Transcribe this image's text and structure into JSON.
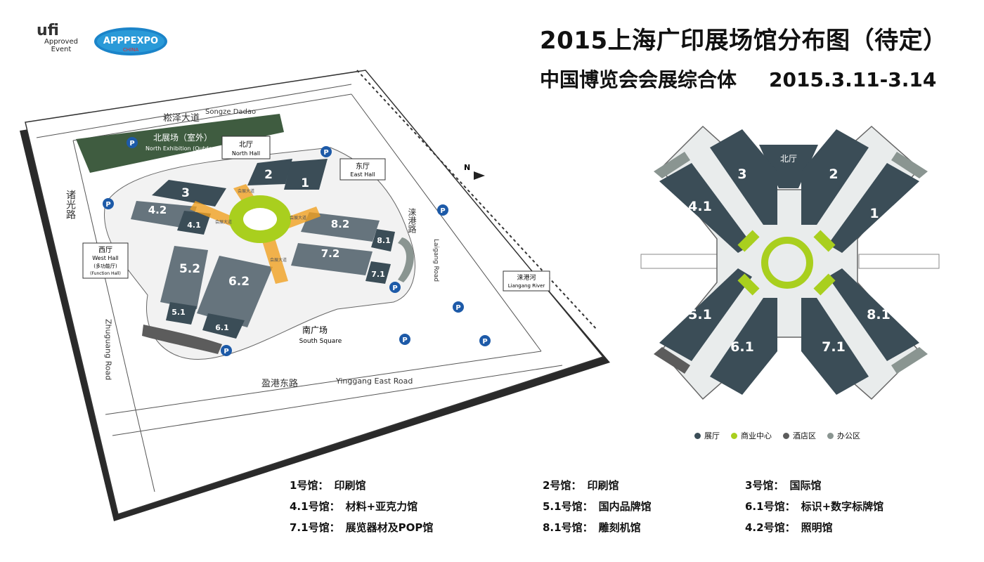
{
  "header": {
    "ufi": {
      "mark": "ufi",
      "line1": "Approved",
      "line2": "Event"
    },
    "apppexpo": {
      "mark": "APPPEXPO",
      "sub": "CHINA"
    },
    "title": "2015上海广印展场馆分布图（待定）",
    "subtitle": "中国博览会会展综合体",
    "date": "2015.3.11-3.14"
  },
  "site_map": {
    "roads": {
      "songze_cn": "崧泽大道",
      "songze_en": "Songze Dadao",
      "zhuguang_cn": "诸光路",
      "zhuguang_en": "Zhuguang Road",
      "yinggang_cn": "盈港东路",
      "yinggang_en": "Yinggang East Road",
      "laigang_cn": "涞港路",
      "laigang_en": "Laigang Road"
    },
    "river": {
      "cn": "涞港河",
      "en": "Liangang River"
    },
    "north_square": {
      "cn": "北展场（室外）",
      "en": "North Exhibition (Outdoor)"
    },
    "north_hall": {
      "cn": "北厅",
      "en": "North Hall"
    },
    "east_hall": {
      "cn": "东厅",
      "en": "East Hall"
    },
    "west_hall": {
      "cn": "西厅",
      "en": "West Hall",
      "fn_cn": "(多功能厅)",
      "fn_en": "(Function Hall)"
    },
    "south_square": {
      "cn": "南广场",
      "en": "South Square"
    },
    "compass": "N",
    "parking": "P",
    "corridor": [
      "会展大道",
      "会展大道",
      "会展大道",
      "会展大道"
    ],
    "halls": {
      "h3": "3",
      "h2": "2",
      "h1": "1",
      "h4_2": "4.2",
      "h4_1": "4.1",
      "h8_2": "8.2",
      "h8_1": "8.1",
      "h7_2": "7.2",
      "h7_1": "7.1",
      "h5_2": "5.2",
      "h6_2": "6.2",
      "h5_1": "5.1",
      "h6_1": "6.1"
    }
  },
  "overview_map": {
    "north_hall": "北厅",
    "halls": {
      "h3": "3",
      "h2": "2",
      "h4_1": "4.1",
      "h1": "1",
      "h5_1": "5.1",
      "h8_1": "8.1",
      "h6_1": "6.1",
      "h7_1": "7.1"
    }
  },
  "legend": [
    {
      "label": "展厅",
      "color": "#3b4d57"
    },
    {
      "label": "商业中心",
      "color": "#a9cf1e"
    },
    {
      "label": "酒店区",
      "color": "#5c5c5c"
    },
    {
      "label": "办公区",
      "color": "#8a9591"
    }
  ],
  "hall_list": [
    {
      "num": "1号馆：",
      "desc": "印刷馆"
    },
    {
      "num": "2号馆：",
      "desc": "印刷馆"
    },
    {
      "num": "3号馆：",
      "desc": "国际馆"
    },
    {
      "num": "4.1号馆：",
      "desc": "材料+亚克力馆"
    },
    {
      "num": "5.1号馆：",
      "desc": "国内品牌馆"
    },
    {
      "num": "6.1号馆：",
      "desc": "标识+数字标牌馆"
    },
    {
      "num": "7.1号馆：",
      "desc": "展览器材及POP馆"
    },
    {
      "num": "8.1号馆：",
      "desc": "雕刻机馆"
    },
    {
      "num": "4.2号馆：",
      "desc": "照明馆"
    }
  ],
  "colors": {
    "hall": "#3b4d57",
    "commercial": "#a9cf1e",
    "hotel": "#5c5c5c",
    "office": "#8a9591",
    "green_area": "#3f5c40",
    "parking": "#1d5aa8",
    "corridor": "#f0a020"
  }
}
